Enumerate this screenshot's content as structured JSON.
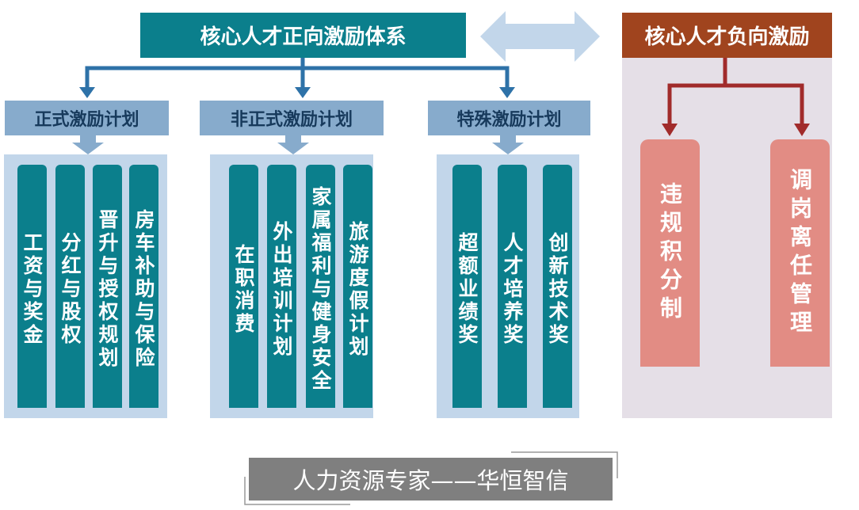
{
  "positive": {
    "title": "核心人才正向激励体系",
    "categories": [
      {
        "label": "正式激励计划",
        "items": [
          "工资与奖金",
          "分红与股权",
          "晋升与授权规划",
          "房车补助与保险"
        ]
      },
      {
        "label": "非正式激励计划",
        "items": [
          "在职消费",
          "外出培训计划",
          "家属福利与健身安全",
          "旅游度假计划"
        ]
      },
      {
        "label": "特殊激励计划",
        "items": [
          "超额业绩奖",
          "人才培养奖",
          "创新技术奖"
        ]
      }
    ]
  },
  "negative": {
    "title": "核心人才负向激励",
    "items": [
      "违规积分制",
      "调岗离任管理"
    ]
  },
  "footer": {
    "text": "人力资源专家——华恒智信"
  },
  "colors": {
    "teal": "#0b7f8c",
    "light_blue": "#c2d6ea",
    "mid_blue": "#87abcc",
    "brown": "#a0441e",
    "pink": "#e28c84",
    "connector_red": "#a12b2b",
    "connector_blue": "#2e72a8"
  }
}
